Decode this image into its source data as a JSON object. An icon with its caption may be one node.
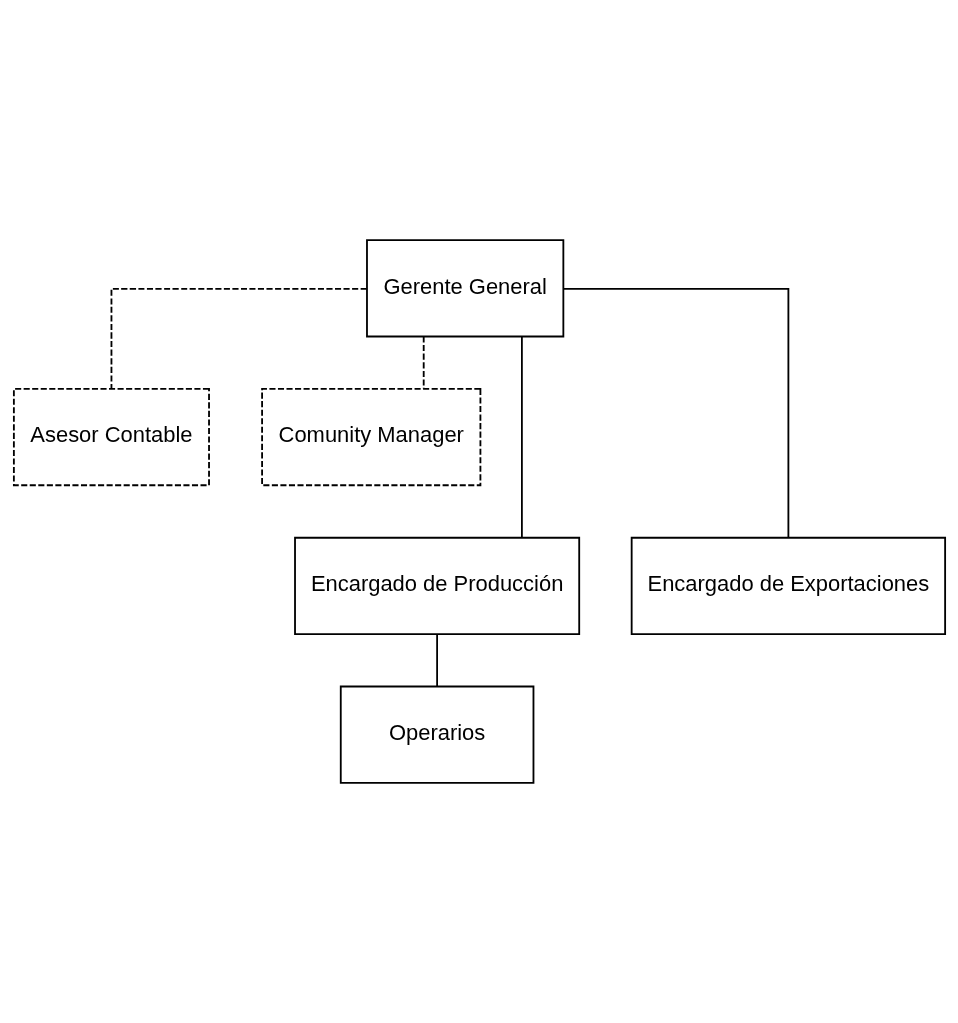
{
  "diagram": {
    "nodes": [
      {
        "text": [
          "Gerente General"
        ]
      },
      {
        "text": [
          "Asesor Contable"
        ]
      },
      {
        "text": [
          "Comunity Manager"
        ]
      },
      {
        "text": [
          "Encargado de Producción"
        ]
      },
      {
        "text": [
          "Encargado de Exportaciones"
        ]
      },
      {
        "text": [
          "Operarios"
        ]
      }
    ],
    "edges": [
      {
        "from": 0,
        "to": 1,
        "arrow": "none",
        "style": "dashed"
      },
      {
        "from": 0,
        "to": 2,
        "arrow": "none",
        "style": "dashed"
      },
      {
        "from": 0,
        "to": 3,
        "arrow": "none"
      },
      {
        "from": 0,
        "to": 4,
        "arrow": "none"
      },
      {
        "from": 3,
        "to": 5,
        "arrow": "none"
      }
    ]
  }
}
